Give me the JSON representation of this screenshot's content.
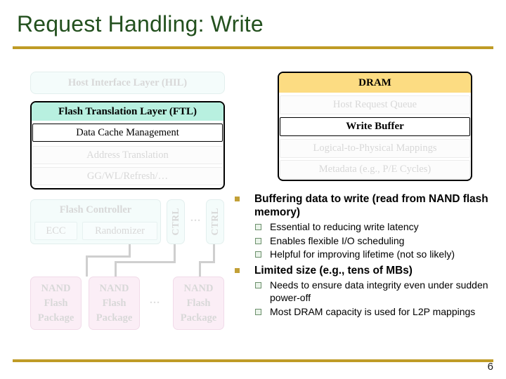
{
  "slide": {
    "title": "Request Handling: Write",
    "page_number": "6",
    "accent_color": "#bf9b26",
    "title_color": "#23501e"
  },
  "diagram": {
    "host_interface_layer": "Host Interface Layer (HIL)",
    "ftl": {
      "header": "Flash Translation Layer (FTL)",
      "header_color": "#b8f0e0",
      "rows": [
        {
          "label": "Data Cache Management",
          "highlighted": true
        },
        {
          "label": "Address Translation",
          "highlighted": false
        },
        {
          "label": "GG/WL/Refresh/…",
          "highlighted": false
        }
      ]
    },
    "flash_controller": {
      "title": "Flash Controller",
      "ecc": "ECC",
      "randomizer": "Randomizer"
    },
    "controllers": [
      {
        "label": "CTRL"
      },
      {
        "label": "CTRL"
      }
    ],
    "controller_ellipsis": "…",
    "nand_packages": [
      {
        "label": "NAND\nFlash\nPackage"
      },
      {
        "label": "NAND\nFlash\nPackage"
      },
      {
        "label": "NAND\nFlash\nPackage"
      }
    ],
    "nand_line1": "NAND",
    "nand_line2": "Flash",
    "nand_line3": "Package",
    "nand_ellipsis": "…",
    "dram": {
      "header": "DRAM",
      "header_color": "#fcdc82",
      "rows": [
        {
          "label": "Host Request Queue",
          "highlighted": false
        },
        {
          "label": "Write Buffer",
          "highlighted": true
        },
        {
          "label": "Logical-to-Physical Mappings",
          "highlighted": false
        },
        {
          "label": "Metadata (e.g., P/E Cycles)",
          "highlighted": false
        }
      ]
    }
  },
  "bullets": [
    {
      "level": 1,
      "text": "Buffering data to write (read from NAND flash memory)"
    },
    {
      "level": 2,
      "text": "Essential to reducing write latency"
    },
    {
      "level": 2,
      "text": "Enables flexible I/O scheduling"
    },
    {
      "level": 2,
      "text": "Helpful for improving lifetime (not so likely)"
    },
    {
      "level": 1,
      "text": "Limited size (e.g., tens of MBs)"
    },
    {
      "level": 2,
      "text": "Needs to ensure data integrity even under sudden power-off"
    },
    {
      "level": 2,
      "text": "Most DRAM capacity is used for L2P mappings"
    }
  ]
}
